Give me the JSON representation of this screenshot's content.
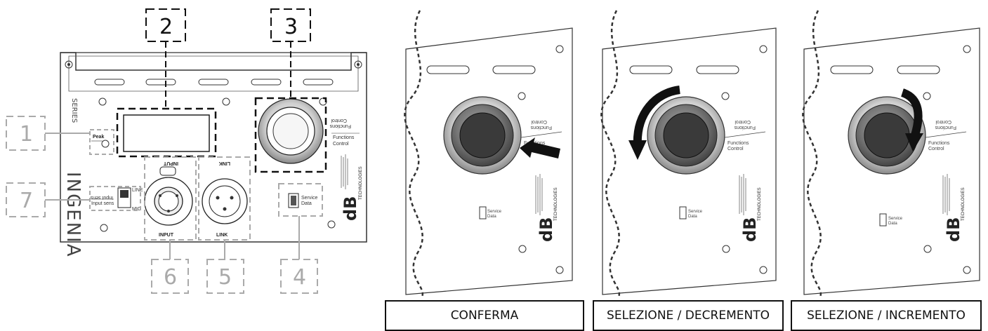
{
  "callouts": {
    "c1": "1",
    "c2": "2",
    "c3": "3",
    "c4": "4",
    "c5": "5",
    "c6": "6",
    "c7": "7"
  },
  "panel": {
    "brand_vertical": "INGENIA",
    "series_vertical": "SERIES",
    "peak_label": "Peak",
    "functions_line1": "Functions",
    "functions_line2": "Control",
    "input_label": "INPUT",
    "link_label": "LINK",
    "switch_top": "LINE",
    "switch_bottom": "MIC",
    "input_sens_line1": "Input sens",
    "input_sens_line2": "Input sens",
    "service_line1": "Service",
    "service_line2": "Data",
    "logo_db": "dB",
    "logo_tech": "TECHNOLOGIES"
  },
  "captions": {
    "confirm": "CONFERMA",
    "decrement": "SELEZIONE / DECREMENTO",
    "increment": "SELEZIONE / INCREMENTO"
  },
  "colors": {
    "callout_solid": "#111111",
    "callout_gray": "#aaaaaa",
    "knob_dark": "#3a3a3a",
    "arrow": "#111111"
  }
}
